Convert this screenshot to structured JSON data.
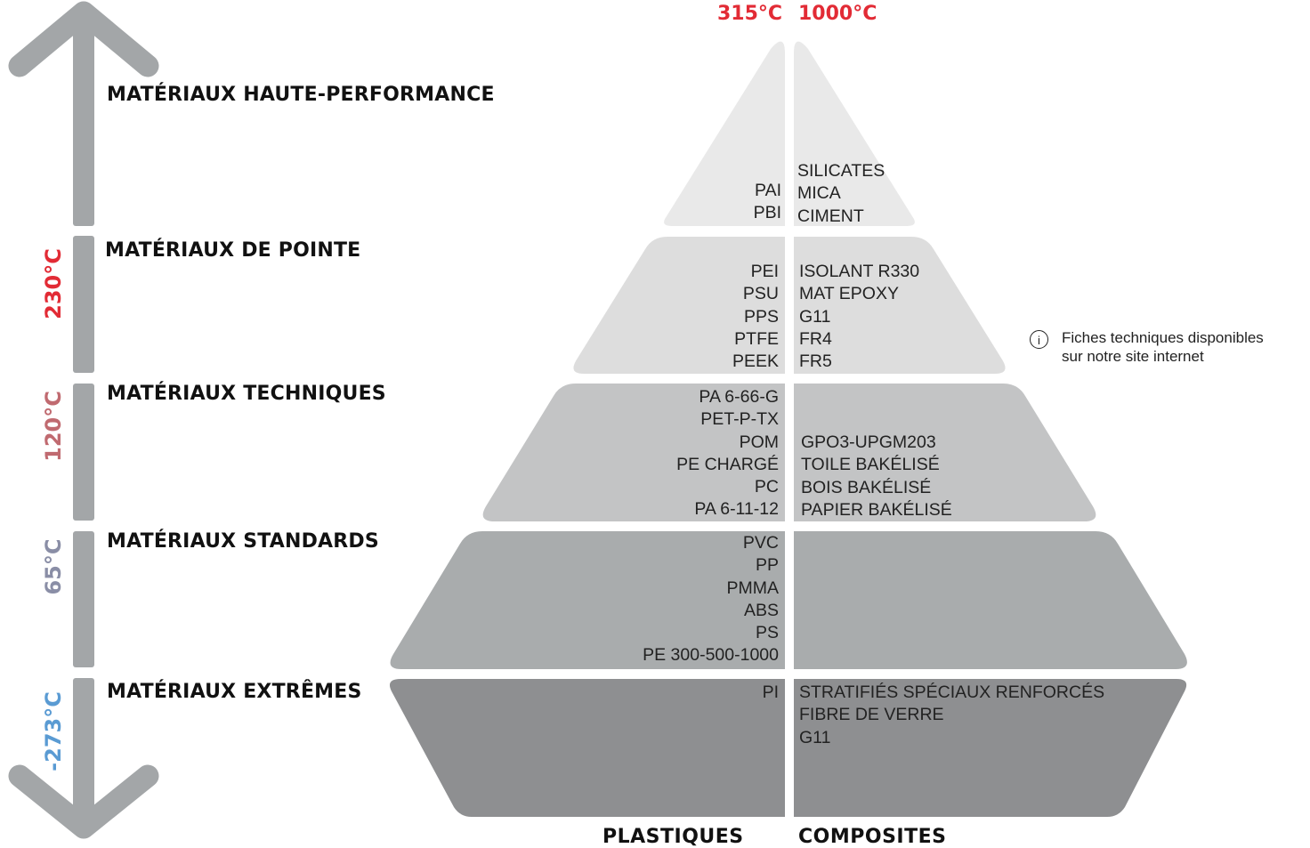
{
  "top_temps": {
    "left": "315°C",
    "right": "1000°C"
  },
  "bottom_labels": {
    "left": "PLASTIQUES",
    "right": "COMPOSITES"
  },
  "info_note": {
    "icon": "info-icon",
    "line1": "Fiches techniques disponibles",
    "line2": "sur notre site internet"
  },
  "colors": {
    "arrow": "#a3a6a8",
    "tier1": "#e9e9e9",
    "tier2": "#dddddd",
    "tier3": "#c3c4c5",
    "tier4": "#a9acad",
    "tier5": "#8e8f91",
    "temp_230": "#e22b35",
    "temp_120": "#c06a70",
    "temp_65": "#8a8ea6",
    "temp_m273": "#5a9bd3"
  },
  "tiers": [
    {
      "category": "MATÉRIAUX HAUTE-PERFORMANCE",
      "temperature": "",
      "plastiques": [
        "PAI",
        "PBI"
      ],
      "composites": [
        "SILICATES",
        "MICA",
        "CIMENT"
      ]
    },
    {
      "category": "MATÉRIAUX DE POINTE",
      "temperature": "230°C",
      "plastiques": [
        "PEI",
        "PSU",
        "PPS",
        "PTFE",
        "PEEK"
      ],
      "composites": [
        "ISOLANT R330",
        "MAT EPOXY",
        "G11",
        "FR4",
        "FR5"
      ]
    },
    {
      "category": "MATÉRIAUX TECHNIQUES",
      "temperature": "120°C",
      "plastiques": [
        "PA 6-66-G",
        "PET-P-TX",
        "POM",
        "PE CHARGÉ",
        "PC",
        "PA 6-11-12"
      ],
      "composites": [
        "GPO3-UPGM203",
        "TOILE BAKÉLISÉ",
        "BOIS BAKÉLISÉ",
        "PAPIER BAKÉLISÉ"
      ]
    },
    {
      "category": "MATÉRIAUX STANDARDS",
      "temperature": "65°C",
      "plastiques": [
        "PVC",
        "PP",
        "PMMA",
        "ABS",
        "PS",
        "PE 300-500-1000"
      ],
      "composites": []
    },
    {
      "category": "MATÉRIAUX EXTRÊMES",
      "temperature": "-273°C",
      "plastiques": [
        "PI"
      ],
      "composites": [
        "STRATIFIÉS SPÉCIAUX RENFORCÉS",
        "FIBRE DE VERRE",
        "G11"
      ]
    }
  ]
}
